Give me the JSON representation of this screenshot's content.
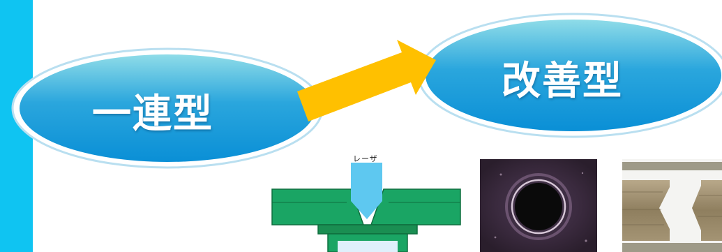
{
  "left_oval": {
    "label": "一連型"
  },
  "right_oval": {
    "label": "改善型"
  },
  "diagram": {
    "laser_label": "レーザ"
  },
  "colors": {
    "side_bar": "#0fc4f2",
    "oval_fill_dark": "#0a8fd6",
    "oval_fill_light": "#7fd8e8",
    "arrow": "#ffc000",
    "board_green": "#1aa564",
    "laser_blue": "#5ec8f0"
  }
}
